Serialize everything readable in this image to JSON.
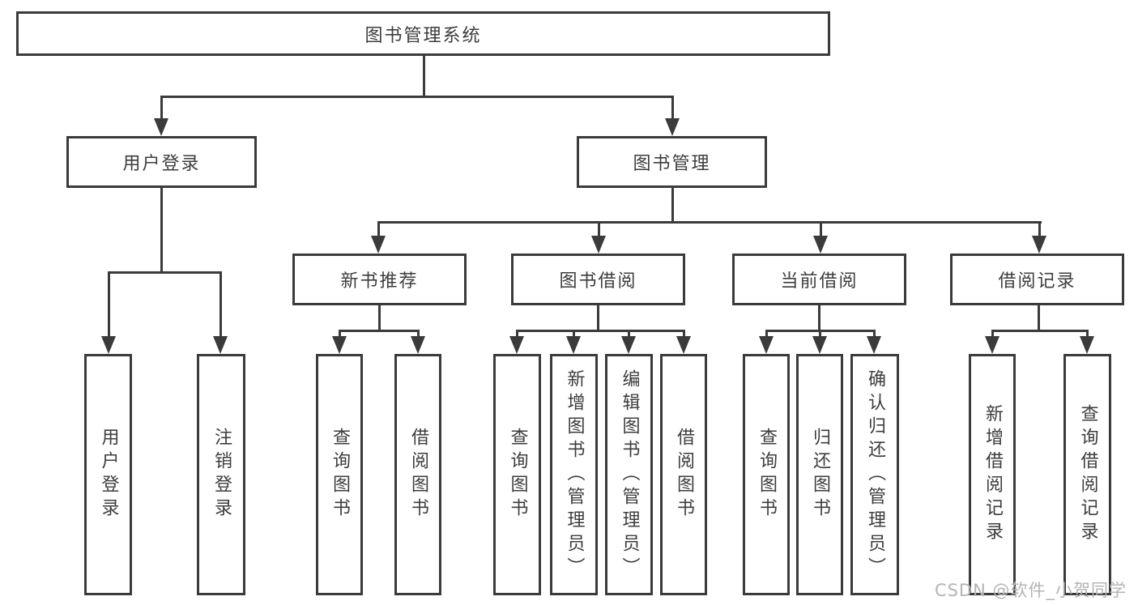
{
  "diagram": {
    "type": "tree",
    "root": {
      "label": "图书管理系统"
    },
    "branches": [
      {
        "label": "用户登录",
        "children": [
          "用户登录",
          "注销登录"
        ]
      },
      {
        "label": "图书管理",
        "children": [
          {
            "label": "新书推荐",
            "children": [
              "查询图书",
              "借阅图书"
            ]
          },
          {
            "label": "图书借阅",
            "children": [
              "查询图书",
              "新增图书（管理员）",
              "编辑图书（管理员）",
              "借阅图书"
            ]
          },
          {
            "label": "当前借阅",
            "children": [
              "查询图书",
              "归还图书",
              "确认归还（管理员）"
            ]
          },
          {
            "label": "借阅记录",
            "children": [
              "新增借阅记录",
              "查询借阅记录"
            ]
          }
        ]
      }
    ],
    "watermark": "CSDN @软件_小贺同学",
    "colors": {
      "line": "#3b3b3b",
      "text": "#3d3d3d",
      "watermark": "#b4b4b4",
      "background": "#ffffff"
    }
  }
}
